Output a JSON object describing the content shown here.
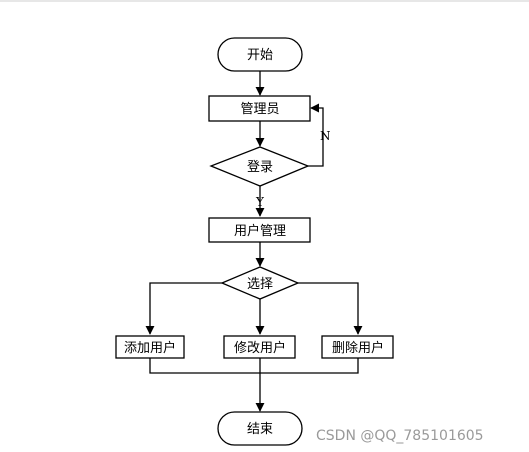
{
  "diagram": {
    "nodes": {
      "start": "开始",
      "admin": "管理员",
      "login": "登录",
      "user_mgmt": "用户管理",
      "choose": "选择",
      "add_user": "添加用户",
      "edit_user": "修改用户",
      "delete_user": "删除用户",
      "end": "结束"
    },
    "edges": {
      "no_label": "N",
      "yes_label": "Y"
    }
  },
  "watermark": "CSDN @QQ_785101605"
}
